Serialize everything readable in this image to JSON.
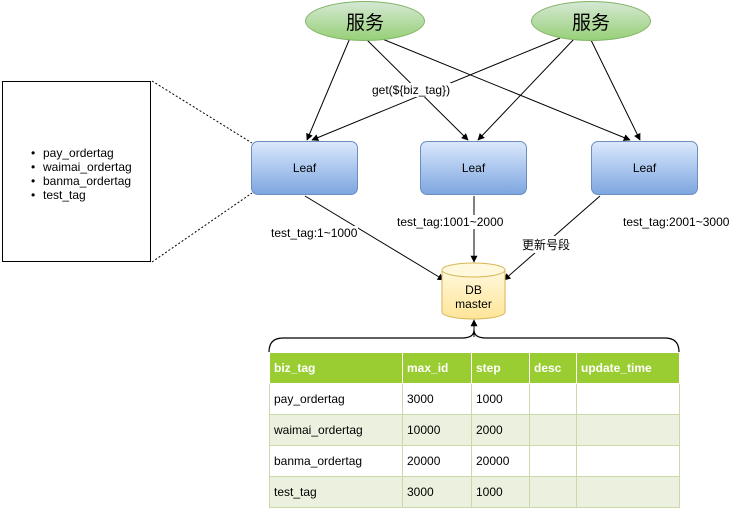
{
  "services": [
    {
      "label": "服务"
    },
    {
      "label": "服务"
    }
  ],
  "leaves": [
    {
      "label": "Leaf"
    },
    {
      "label": "Leaf"
    },
    {
      "label": "Leaf"
    }
  ],
  "edge_labels": {
    "get": "get(${biz_tag})",
    "range1": "test_tag:1~1000",
    "range2": "test_tag:1001~2000",
    "range3": "test_tag:2001~3000",
    "update_segment": "更新号段"
  },
  "db": {
    "line1": "DB",
    "line2": "master"
  },
  "biz_tags": [
    "pay_ordertag",
    "waimai_ordertag",
    "banma_ordertag",
    "test_tag"
  ],
  "table": {
    "headers": [
      "biz_tag",
      "max_id",
      "step",
      "desc",
      "update_time"
    ],
    "rows": [
      [
        "pay_ordertag",
        "3000",
        "1000",
        "",
        ""
      ],
      [
        "waimai_ordertag",
        "10000",
        "2000",
        "",
        ""
      ],
      [
        "banma_ordertag",
        "20000",
        "20000",
        "",
        ""
      ],
      [
        "test_tag",
        "3000",
        "1000",
        "",
        ""
      ]
    ]
  },
  "colors": {
    "service_fill": "#97d077",
    "leaf_fill": "#7ea6e0",
    "db_fill": "#fff2cc",
    "table_header": "#9acd32",
    "table_alt_row": "#ebf1de"
  }
}
